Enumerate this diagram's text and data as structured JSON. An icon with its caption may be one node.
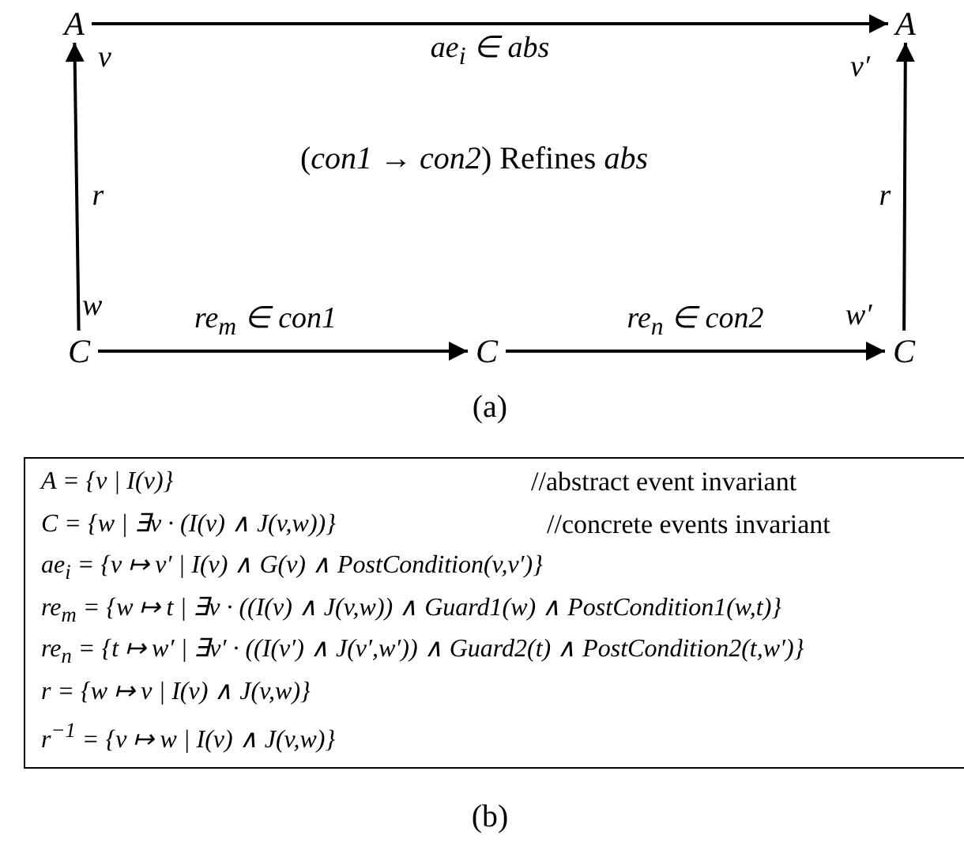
{
  "diagram": {
    "nodes": [
      {
        "text": [
          "A"
        ],
        "beside": [
          "v"
        ]
      },
      {
        "text": [
          "A"
        ],
        "beside": [
          "v′"
        ]
      },
      {
        "text": [
          "C"
        ],
        "beside": [
          "w"
        ]
      },
      {
        "text": [
          "C"
        ]
      },
      {
        "text": [
          "C"
        ],
        "beside": [
          "w′"
        ]
      },
      {
        "text": [
          "A = {v | I(v)}",
          "//abstract event invariant",
          "C = {w | ∃v · (I(v) ∧ J(v,w))}",
          "//concrete events invariant",
          "ae$_{i}$ = {v ↦ v′ | I(v) ∧ G(v) ∧ PostCondition(v,v′)}",
          "re$_{m}$ = {w ↦ t | ∃v · ((I(v) ∧ J(v,w)) ∧ Guard1(w) ∧ PostCondition1(w,t)}",
          "re$_{n}$ = {t ↦ w′ | ∃v′ · ((I(v′) ∧ J(v′,w′)) ∧ Guard2(t) ∧ PostCondition2(t,w′)}",
          "r = {w ↦ v | I(v) ∧ J(v,w)}",
          "r$^{−1}$ = {v ↦ w | I(v) ∧ J(v,w)}"
        ]
      }
    ],
    "edges": [
      {
        "from": 0,
        "to": 1,
        "arrow": "to",
        "label": "ae$_{i}$ ∈ abs"
      },
      {
        "from": 2,
        "to": 0,
        "arrow": "to",
        "label": "r"
      },
      {
        "from": 2,
        "to": 3,
        "arrow": "to",
        "label": "re$_{m}$ ∈ con1"
      },
      {
        "from": 3,
        "to": 4,
        "arrow": "to",
        "label": "re$_{n}$ ∈ con2"
      },
      {
        "from": 4,
        "to": 1,
        "arrow": "to",
        "label": "r"
      }
    ],
    "labels": [
      "(*con1* → *con2*) Refines *abs*",
      "(a)",
      "(b)"
    ]
  }
}
